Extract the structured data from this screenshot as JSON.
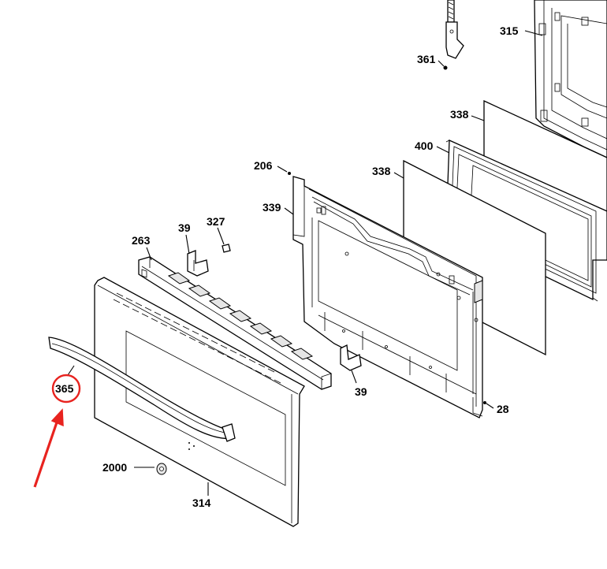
{
  "labels": {
    "p315": "315",
    "p361": "361",
    "p338a": "338",
    "p400": "400",
    "p206": "206",
    "p338b": "338",
    "p339": "339",
    "p263": "263",
    "p39a": "39",
    "p327": "327",
    "p39b": "39",
    "p28": "28",
    "p365": "365",
    "p2000": "2000",
    "p314": "314"
  },
  "colors": {
    "highlight": "#e8231f",
    "line": "#000000"
  }
}
